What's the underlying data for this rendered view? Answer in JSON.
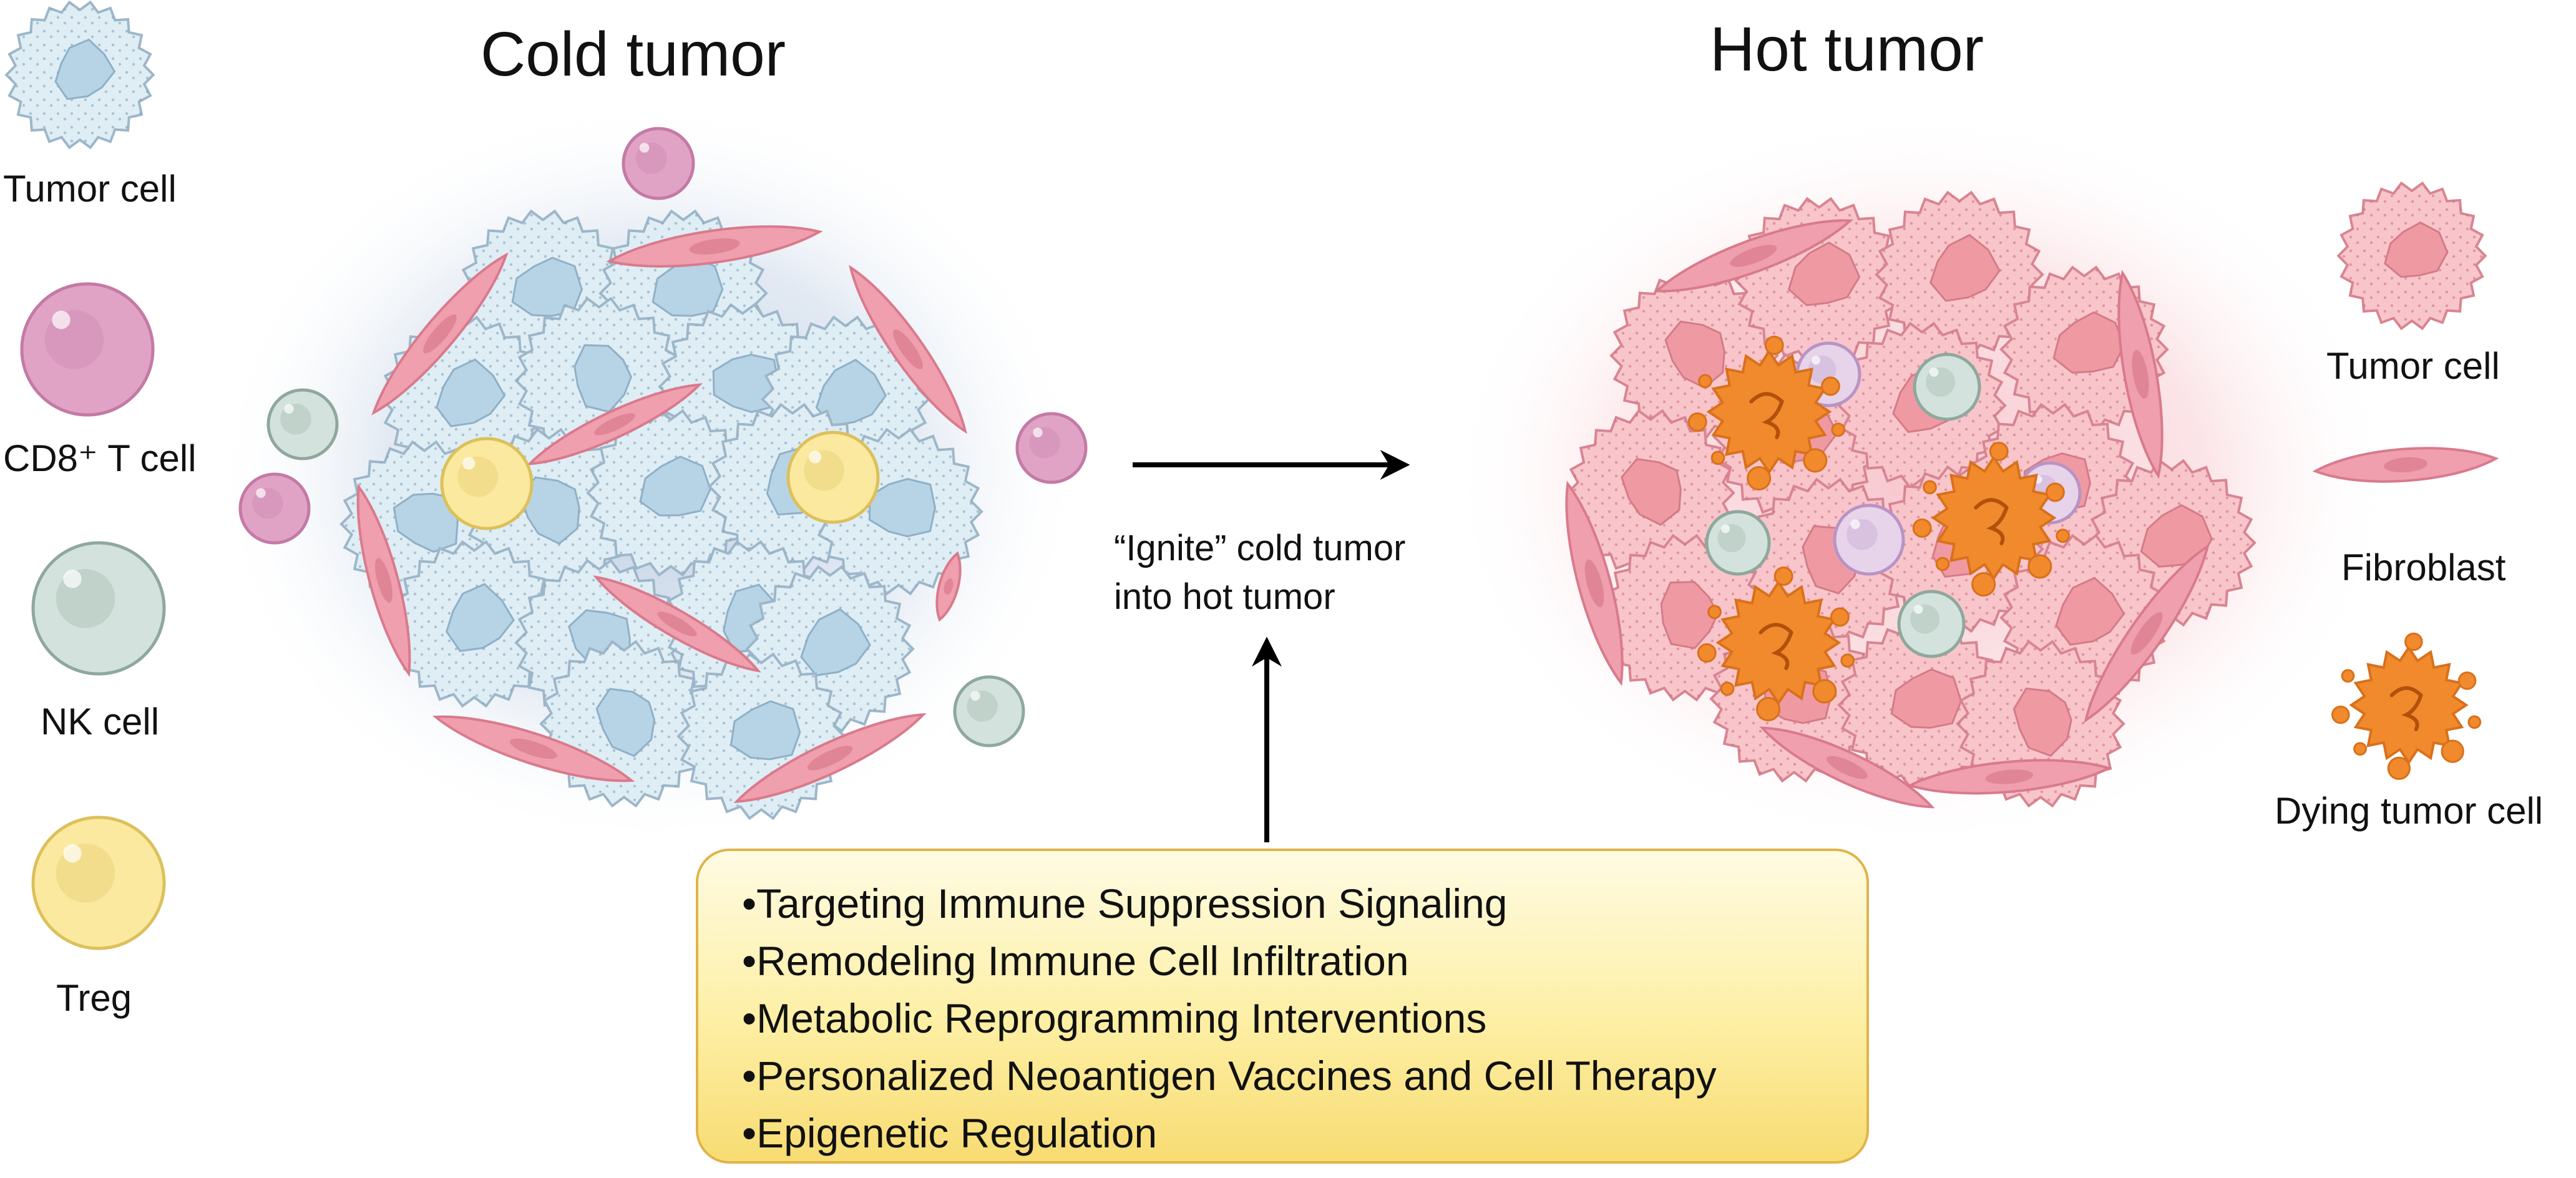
{
  "titles": {
    "cold": "Cold tumor",
    "hot": "Hot tumor"
  },
  "legend_left": [
    "Tumor cell",
    "CD8⁺ T cell",
    "NK cell",
    "Treg"
  ],
  "legend_right": [
    "Tumor cell",
    "Fibroblast",
    "Dying tumor cell"
  ],
  "transition": {
    "line1": "“Ignite” cold tumor",
    "line2": "into hot tumor"
  },
  "strategies": [
    "•Targeting Immune Suppression Signaling",
    "•Remodeling Immune Cell Infiltration",
    "•Metabolic Reprogramming Interventions",
    "•Personalized Neoantigen Vaccines and Cell Therapy",
    "•Epigenetic Regulation"
  ],
  "colors": {
    "cold_tumor_fill": "#dfedf5",
    "cold_tumor_nucleus": "#b7d4e6",
    "hot_tumor_fill": "#f8c5cb",
    "hot_tumor_nucleus": "#ef9aa3",
    "fibroblast": "#ef9fae",
    "cd8_t_cell": "#e0a3c6",
    "nk_cell": "#d3e2dc",
    "treg": "#fbe9a0",
    "dying_cell": "#f08a2c",
    "cold_glow": "#c3d2e6",
    "hot_glow": "#f6c3ca",
    "box_fill": "#fde9a0",
    "box_border": "#e0b34a"
  }
}
